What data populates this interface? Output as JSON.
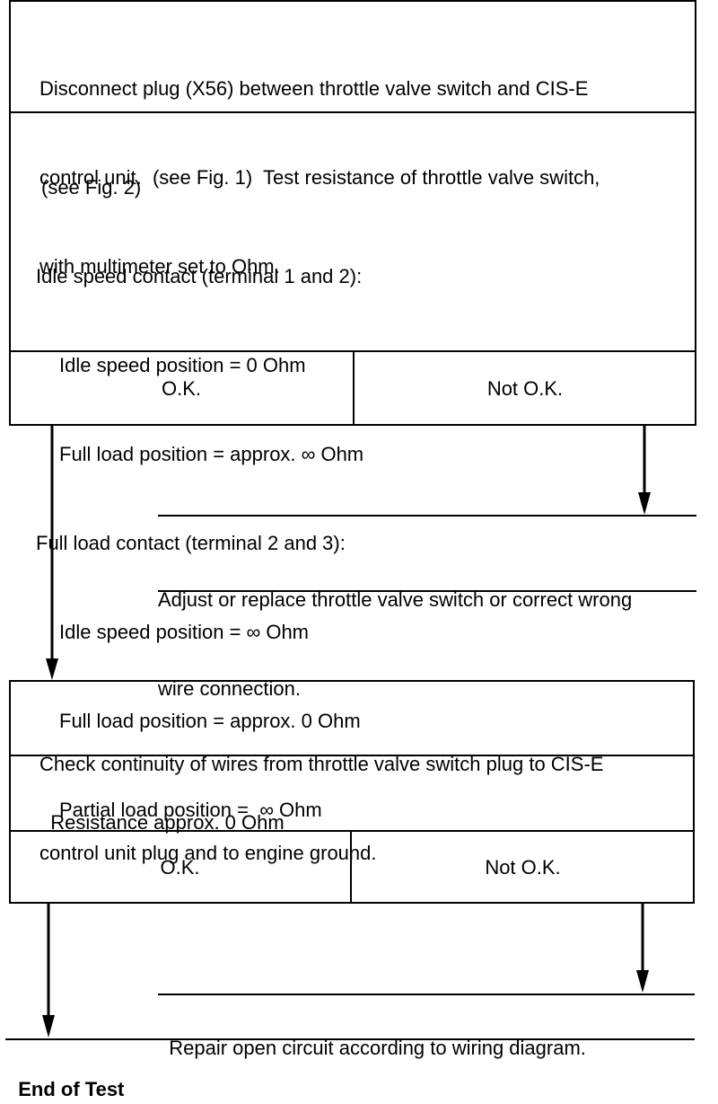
{
  "step1": {
    "instruction_lines": [
      "Disconnect plug (X56) between throttle valve switch and CIS-E",
      "control unit.  (see Fig. 1)  Test resistance of throttle valve switch,",
      "with multimeter set to Ohm."
    ],
    "spec_lines": [
      "(see Fig. 2)",
      "Idle speed contact (terminal 1 and 2):",
      "Idle speed position = 0 Ohm",
      "Full load position = approx. ∞ Ohm",
      "Full load contact (terminal 2 and 3):",
      "Idle speed position = ∞ Ohm",
      "Full load position = approx. 0 Ohm",
      "Partial load position =  ∞ Ohm"
    ],
    "ok_label": "O.K.",
    "not_ok_label": "Not O.K.",
    "not_ok_action_lines": [
      "Adjust or replace throttle valve switch or correct wrong",
      "wire connection."
    ]
  },
  "step2": {
    "instruction_lines": [
      "Check continuity of wires from throttle valve switch plug to CIS-E",
      "control unit plug and to engine ground."
    ],
    "spec": "Resistance approx. 0 Ohm",
    "ok_label": "O.K.",
    "not_ok_label": "Not O.K.",
    "not_ok_action": "Repair open circuit according to wiring diagram."
  },
  "end_label": "End of Test"
}
